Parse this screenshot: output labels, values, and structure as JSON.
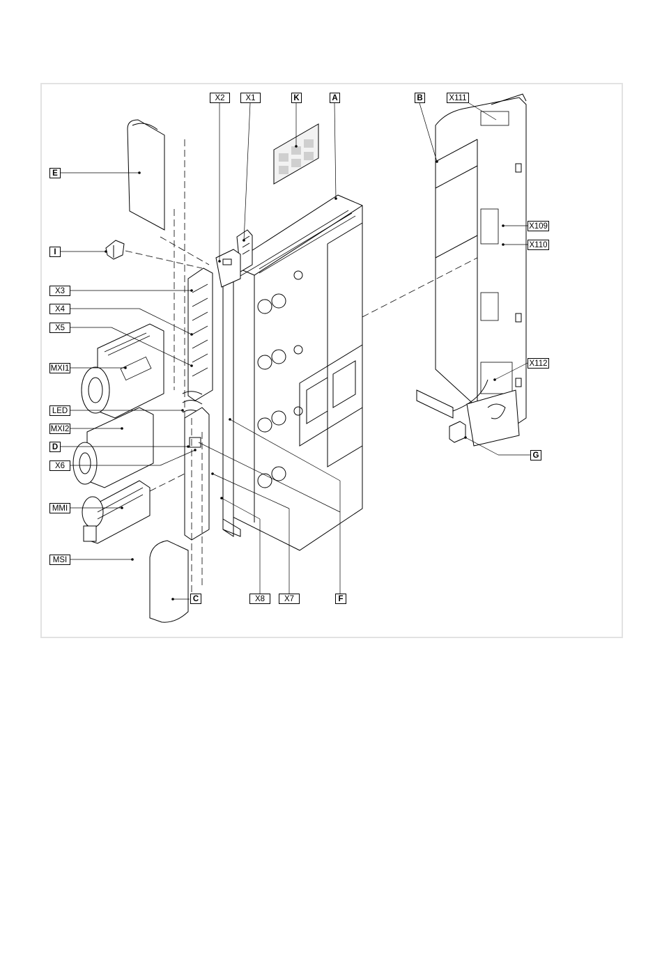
{
  "figure": {
    "callouts": {
      "X2": "X2",
      "X1": "X1",
      "K": "K",
      "A": "A",
      "B": "B",
      "X111": "X111",
      "E": "E",
      "I": "I",
      "X3": "X3",
      "X4": "X4",
      "X5": "X5",
      "MXI1": "MXI1",
      "LED": "LED",
      "MXI2": "MXI2",
      "D": "D",
      "X6": "X6",
      "MMI": "MMI",
      "MSI": "MSI",
      "C": "C",
      "X8": "X8",
      "X7": "X7",
      "F": "F",
      "X109": "X109",
      "X110": "X110",
      "X112": "X112",
      "G": "G"
    },
    "colors": {
      "line": "#000000",
      "frame": "#e2e2e2",
      "fill": "#ffffff",
      "shade": "#dcdcdc"
    }
  }
}
